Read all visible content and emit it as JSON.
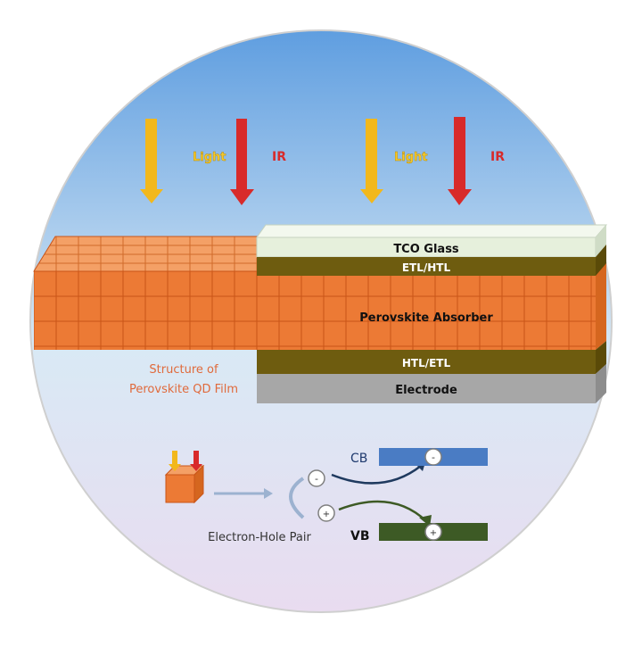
{
  "colors": {
    "circle_top": "#5f9ee0",
    "circle_mid": "#d9e9f5",
    "circle_bottom": "#e9dcf0",
    "light_arrow": "#f2b81c",
    "ir_arrow": "#d82a2a",
    "tco_glass": "#e6f0dc",
    "transport_layer": "#6e5c0f",
    "perovskite_front": "#ec7a35",
    "perovskite_top": "#f4a066",
    "electrode": "#a7a7a7",
    "conduction_band": "#4a7cc4",
    "valence_band": "#3d5a25",
    "caption_text": "#e06a3b"
  },
  "arrows": {
    "light_label": "Light",
    "ir_label": "IR"
  },
  "layers": {
    "tco": "TCO Glass",
    "etl_htl": "ETL/HTL",
    "absorber": "Perovskite Absorber",
    "htl_etl": "HTL/ETL",
    "electrode": "Electrode"
  },
  "caption": {
    "line1": "Structure of",
    "line2": "Perovskite QD Film"
  },
  "band_diagram": {
    "cb_label": "CB",
    "vb_label": "VB",
    "electron_symbol": "-",
    "hole_symbol": "+",
    "pair_label": "Electron-Hole Pair"
  }
}
